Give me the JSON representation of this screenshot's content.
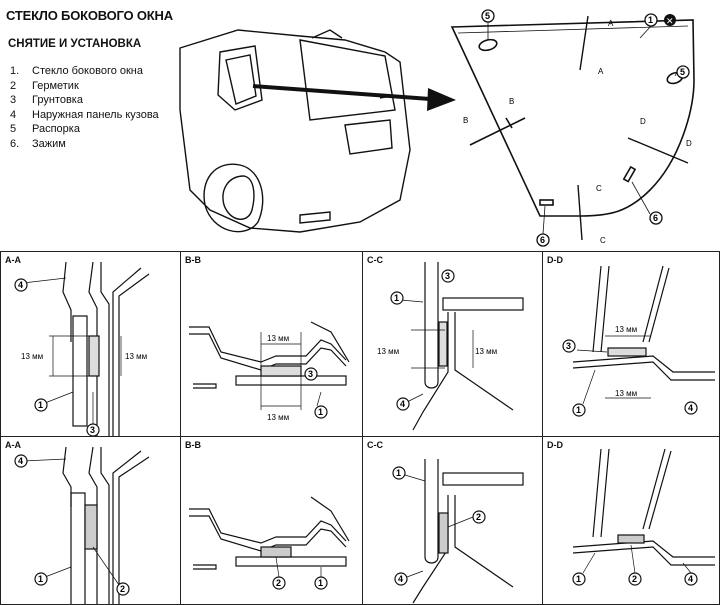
{
  "title": "СТЕКЛО БОКОВОГО ОКНА",
  "subtitle": "СНЯТИЕ И УСТАНОВКА",
  "legend": [
    {
      "num": "1.",
      "text": "Стекло бокового окна"
    },
    {
      "num": "2",
      "text": "Герметик"
    },
    {
      "num": "3",
      "text": "Грунтовка"
    },
    {
      "num": "4",
      "text": "Наружная панель кузова"
    },
    {
      "num": "5",
      "text": "Распорка"
    },
    {
      "num": "6.",
      "text": "Зажим"
    }
  ],
  "glass_view": {
    "callouts": [
      "5",
      "1",
      "5",
      "6",
      "6"
    ],
    "section_letters": [
      "A",
      "A",
      "B",
      "B",
      "D",
      "D",
      "C",
      "C"
    ],
    "x_mark": "✕"
  },
  "sections_top": [
    {
      "label": "A-A",
      "dims": [
        "13 мм",
        "13 мм"
      ],
      "callouts": [
        "4",
        "1",
        "3"
      ]
    },
    {
      "label": "B-B",
      "dims": [
        "13 мм",
        "13 мм"
      ],
      "callouts": [
        "3",
        "1"
      ]
    },
    {
      "label": "C-C",
      "dims": [
        "13 мм",
        "13 мм"
      ],
      "callouts": [
        "1",
        "3",
        "4"
      ]
    },
    {
      "label": "D-D",
      "dims": [
        "13 мм",
        "13 мм"
      ],
      "callouts": [
        "3",
        "1",
        "4"
      ]
    }
  ],
  "sections_bottom": [
    {
      "label": "A-A",
      "callouts": [
        "4",
        "1",
        "2"
      ]
    },
    {
      "label": "B-B",
      "callouts": [
        "2",
        "1"
      ]
    },
    {
      "label": "C-C",
      "callouts": [
        "1",
        "2",
        "4"
      ]
    },
    {
      "label": "D-D",
      "callouts": [
        "1",
        "2",
        "4"
      ]
    }
  ]
}
